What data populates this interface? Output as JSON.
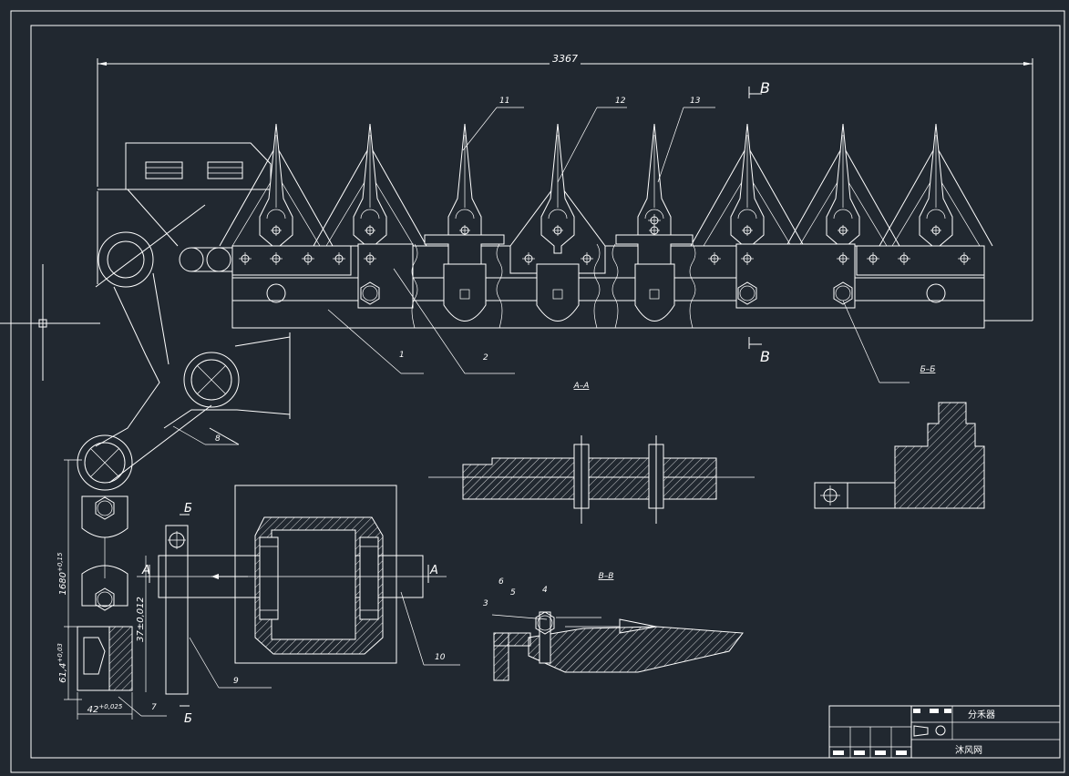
{
  "dimensions": {
    "overall_length": "3367",
    "height_tol": "1680",
    "height_tol_sup": "+0,15",
    "shaft_offset": "37±0,012",
    "hole_height": "61,4",
    "hole_height_sup": "+0,03",
    "hole_width": "42",
    "hole_width_sup": "+0,025"
  },
  "part_labels": [
    "1",
    "2",
    "3",
    "4",
    "5",
    "6",
    "7",
    "8",
    "9",
    "10",
    "11",
    "12",
    "13"
  ],
  "section_labels": {
    "b_top": "B",
    "b_bottom": "B",
    "a_left": "A",
    "a_right": "A",
    "be_top": "Б",
    "be_bottom": "Б",
    "view_aa": "A–A",
    "view_bebe": "Б–Б",
    "view_bb": "B–B"
  },
  "title_block": {
    "drawing_name": "分禾器",
    "company": "沐风网"
  }
}
